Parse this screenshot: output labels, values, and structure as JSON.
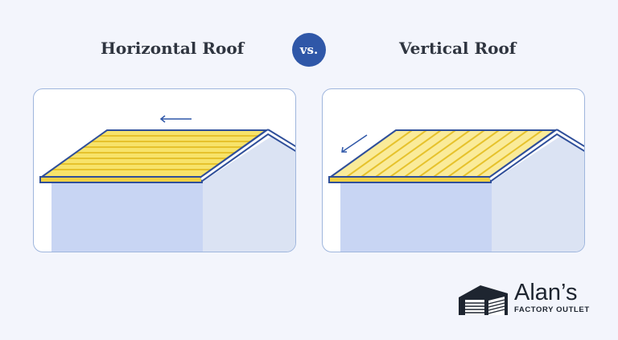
{
  "header": {
    "left_title": "Horizontal Roof",
    "vs_label": "vs.",
    "right_title": "Vertical Roof"
  },
  "panels": [
    {
      "roof_style": "horizontal",
      "arrow": "left-arrow",
      "icon": "horizontal-roof-illustration"
    },
    {
      "roof_style": "vertical",
      "arrow": "down-left-arrow",
      "icon": "vertical-roof-illustration"
    }
  ],
  "logo": {
    "name": "Alan’s",
    "tagline": "FACTORY OUTLET",
    "icon": "garage-icon"
  },
  "colors": {
    "background": "#f3f5fc",
    "badge": "#2f57a8",
    "roof_yellow": "#f7e36a",
    "roof_stripe": "#e6c22c",
    "outline": "#2f4f9a",
    "wall_front": "#c8d5f3",
    "wall_side": "#dbe3f3"
  }
}
